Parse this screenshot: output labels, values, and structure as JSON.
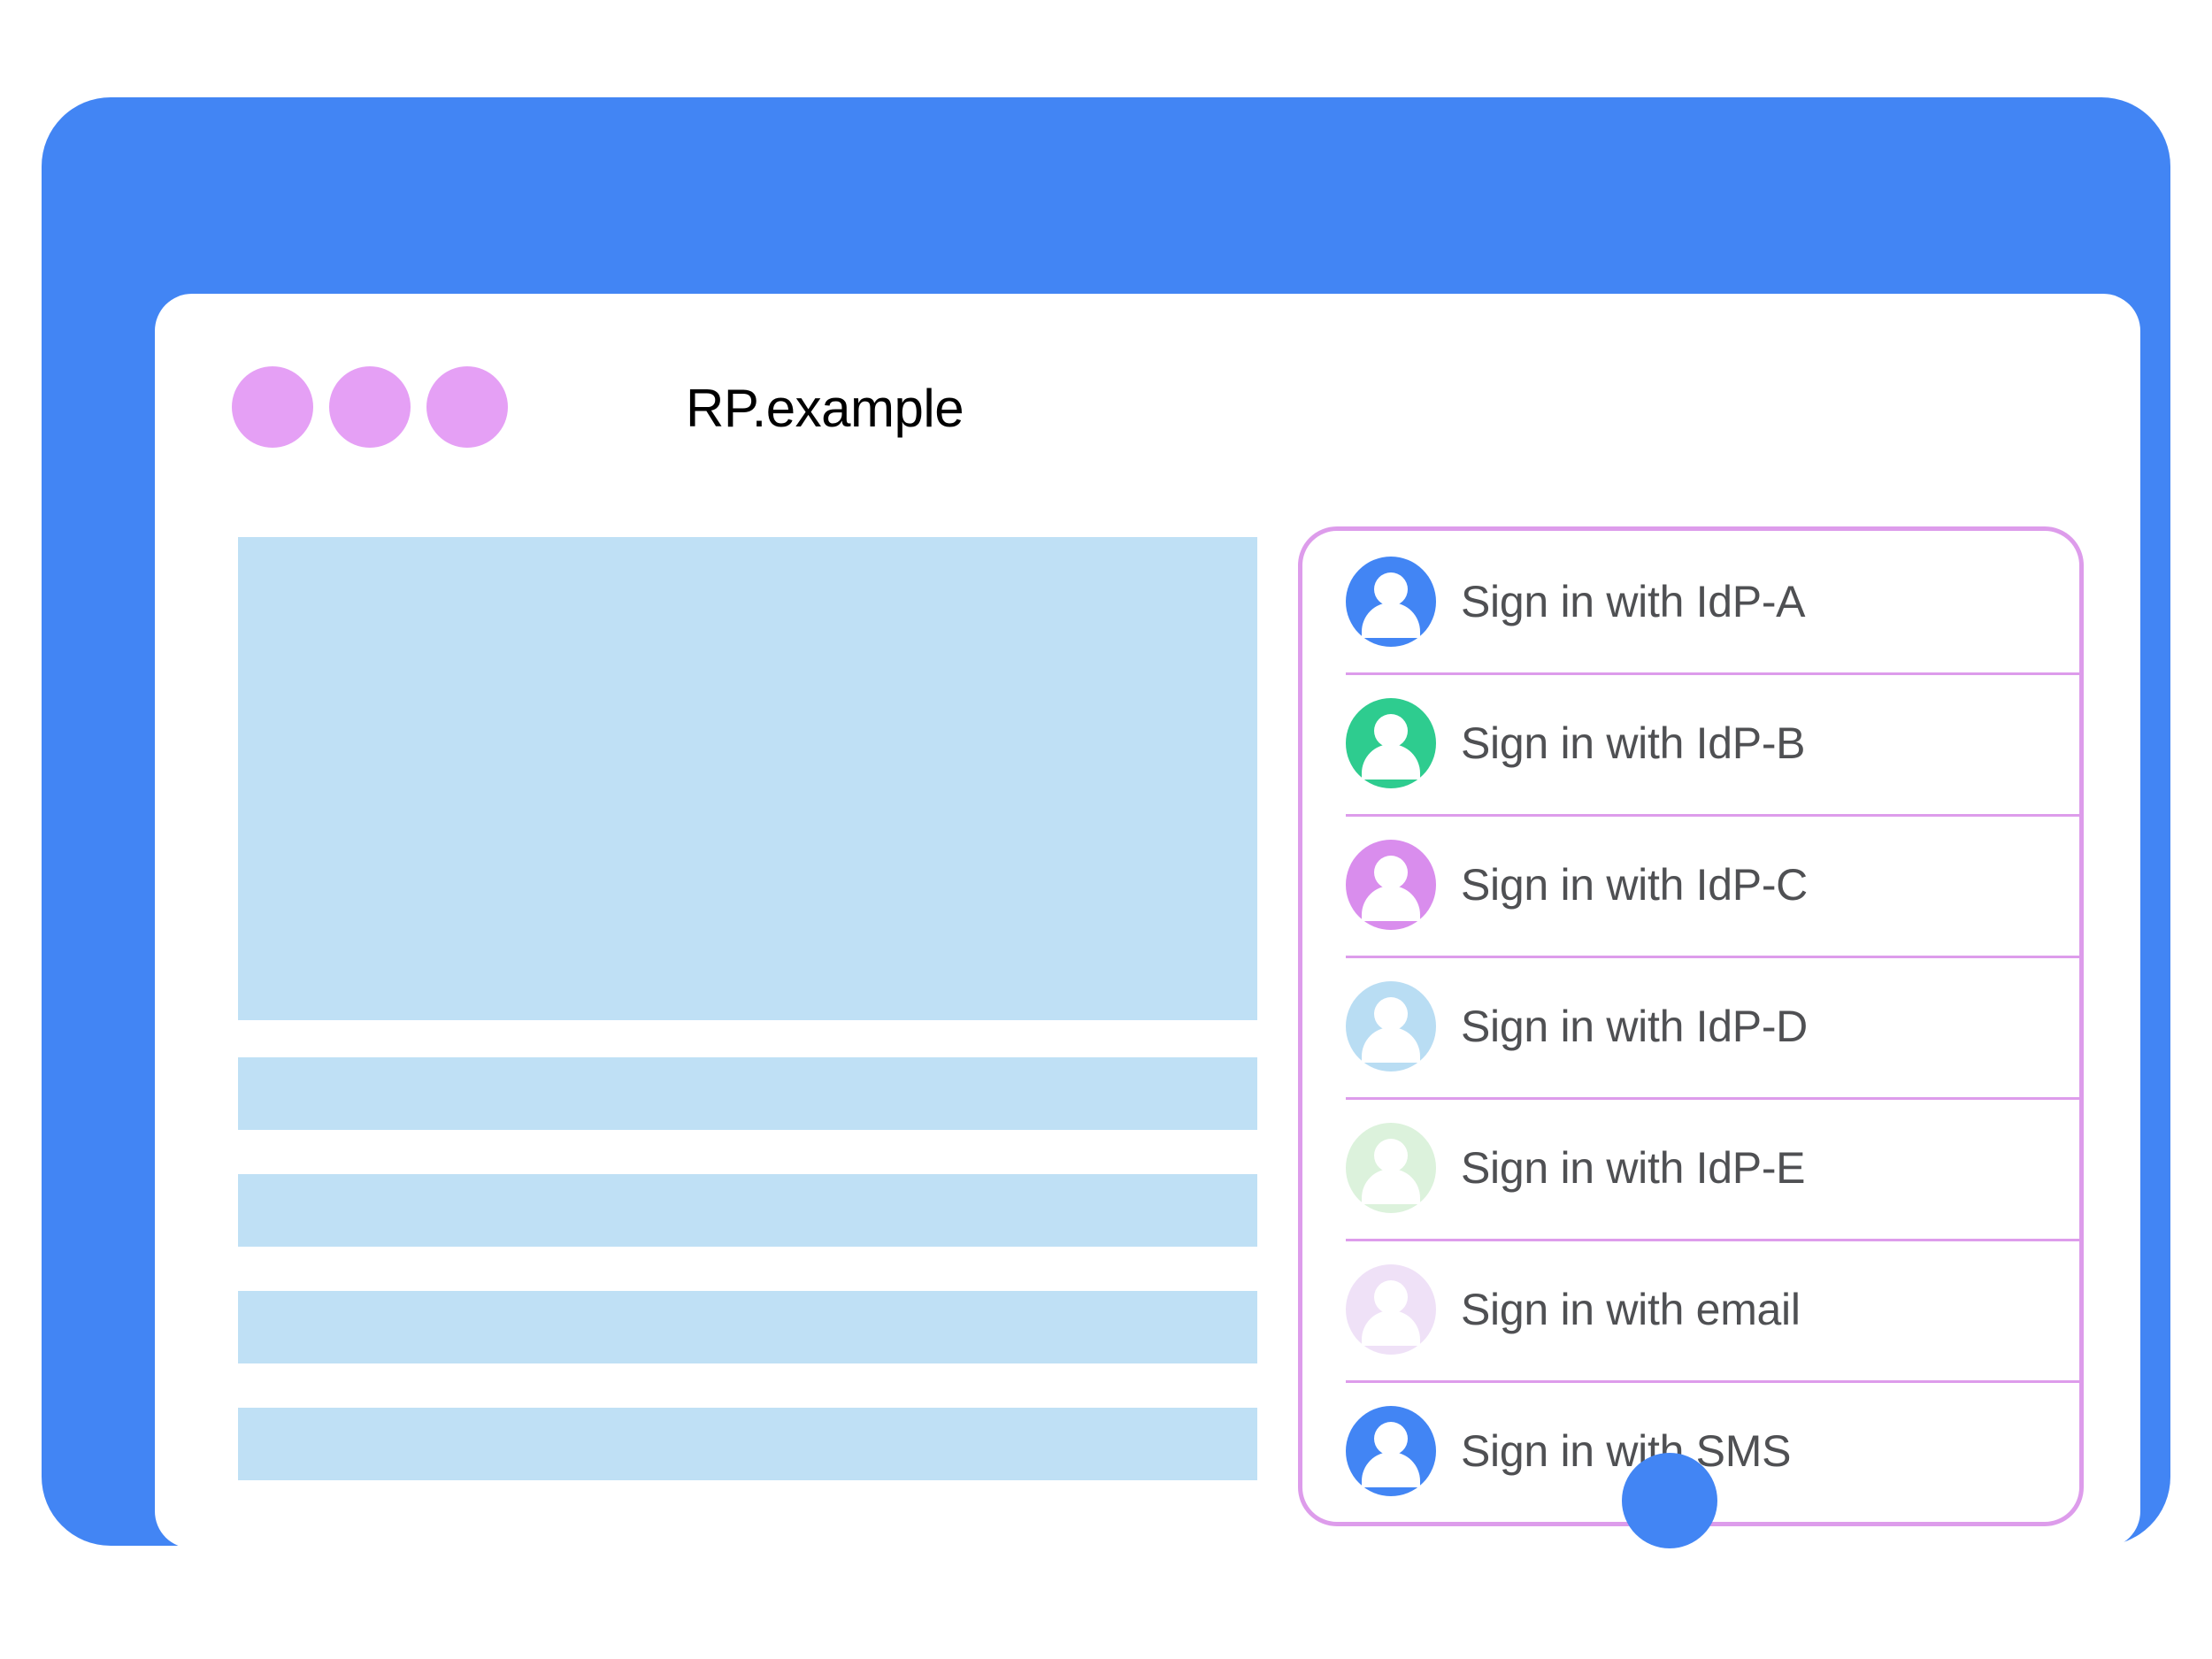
{
  "browser": {
    "title": "RP.example",
    "window_dots": [
      "window-dot-1",
      "window-dot-2",
      "window-dot-3"
    ],
    "dot_color": "#e5a0f5"
  },
  "theme": {
    "frame_color": "#4285f4",
    "panel_border_color": "#dd9ceb",
    "placeholder_color": "#bfe0f5",
    "label_color": "#4f5053",
    "title_color": "#000000"
  },
  "content": {
    "placeholder_blocks": [
      {
        "name": "hero-placeholder",
        "kind": "hero"
      },
      {
        "name": "text-line-placeholder-1",
        "kind": "bar"
      },
      {
        "name": "text-line-placeholder-2",
        "kind": "bar"
      },
      {
        "name": "text-line-placeholder-3",
        "kind": "bar"
      },
      {
        "name": "text-line-placeholder-4",
        "kind": "bar"
      }
    ]
  },
  "signin_panel": {
    "name": "account-chooser-panel",
    "options": [
      {
        "label": "Sign in with IdP-A",
        "icon": "avatar-icon",
        "avatar_color": "#4285f4"
      },
      {
        "label": "Sign in with IdP-B",
        "icon": "avatar-icon",
        "avatar_color": "#2ecc8f"
      },
      {
        "label": "Sign in with IdP-C",
        "icon": "avatar-icon",
        "avatar_color": "#d98ded"
      },
      {
        "label": "Sign in with IdP-D",
        "icon": "avatar-icon",
        "avatar_color": "#b9ddf3"
      },
      {
        "label": "Sign in with IdP-E",
        "icon": "avatar-icon",
        "avatar_color": "#dcf2dc"
      },
      {
        "label": "Sign in with email",
        "icon": "avatar-icon",
        "avatar_color": "#efe1f7"
      },
      {
        "label": "Sign in with SMS",
        "icon": "avatar-icon",
        "avatar_color": "#4285f4"
      }
    ]
  },
  "device": {
    "home_button": "home-button"
  }
}
